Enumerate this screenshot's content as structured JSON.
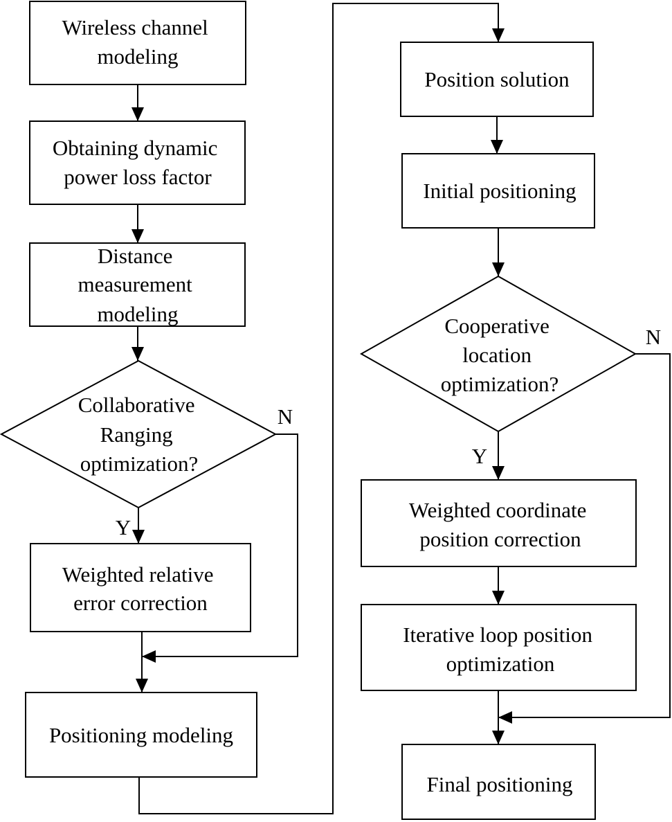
{
  "diagram": {
    "nodes": {
      "wireless_channel_modeling": [
        "Wireless channel",
        "modeling"
      ],
      "obtaining_power_loss_factor": [
        "Obtaining dynamic",
        "power loss factor"
      ],
      "distance_measurement_modeling": [
        "Distance",
        "measurement",
        "modeling"
      ],
      "collaborative_ranging_decision": [
        "Collaborative",
        "Ranging",
        "optimization?"
      ],
      "weighted_relative_error_correction": [
        "Weighted relative",
        "error correction"
      ],
      "positioning_modeling": [
        "Positioning modeling"
      ],
      "position_solution": [
        "Position solution"
      ],
      "initial_positioning": [
        "Initial positioning"
      ],
      "cooperative_location_decision": [
        "Cooperative",
        "location",
        "optimization?"
      ],
      "weighted_coordinate_position_correction": [
        "Weighted coordinate",
        "position correction"
      ],
      "iterative_loop_position_optimization": [
        "Iterative loop position",
        "optimization"
      ],
      "final_positioning": [
        "Final positioning"
      ]
    },
    "branch_labels": {
      "ranging_no": "N",
      "ranging_yes": "Y",
      "location_no": "N",
      "location_yes": "Y"
    }
  }
}
